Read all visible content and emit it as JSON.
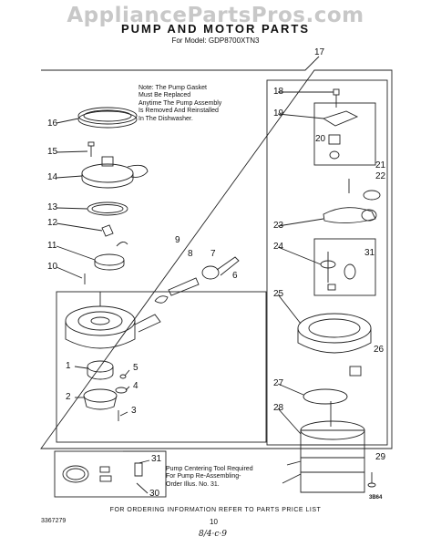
{
  "watermark": "AppliancePartsPros.com",
  "title": "PUMP AND MOTOR PARTS",
  "model": "For Model: GDP8700XTN3",
  "note": "Note: The Pump Gasket\nMust Be Replaced\nAnytime The Pump Assembly\nIs Removed And Reinstalled\nIn The Dishwasher.",
  "centering_note": "Pump Centering Tool Required\nFor Pump Re-Assembling-\nOrder Illus. No. 31.",
  "ordering_info": "FOR ORDERING INFORMATION REFER TO PARTS PRICE LIST",
  "doc_number": "3367279",
  "page_number": "10",
  "handwriting": "8/4·c·9",
  "drawing_code": "3B64",
  "callouts": [
    "1",
    "2",
    "3",
    "4",
    "5",
    "6",
    "7",
    "8",
    "9",
    "10",
    "11",
    "12",
    "13",
    "14",
    "15",
    "16",
    "17",
    "18",
    "19",
    "20",
    "21",
    "22",
    "23",
    "24",
    "25",
    "26",
    "27",
    "28",
    "29",
    "30",
    "31",
    "31"
  ]
}
